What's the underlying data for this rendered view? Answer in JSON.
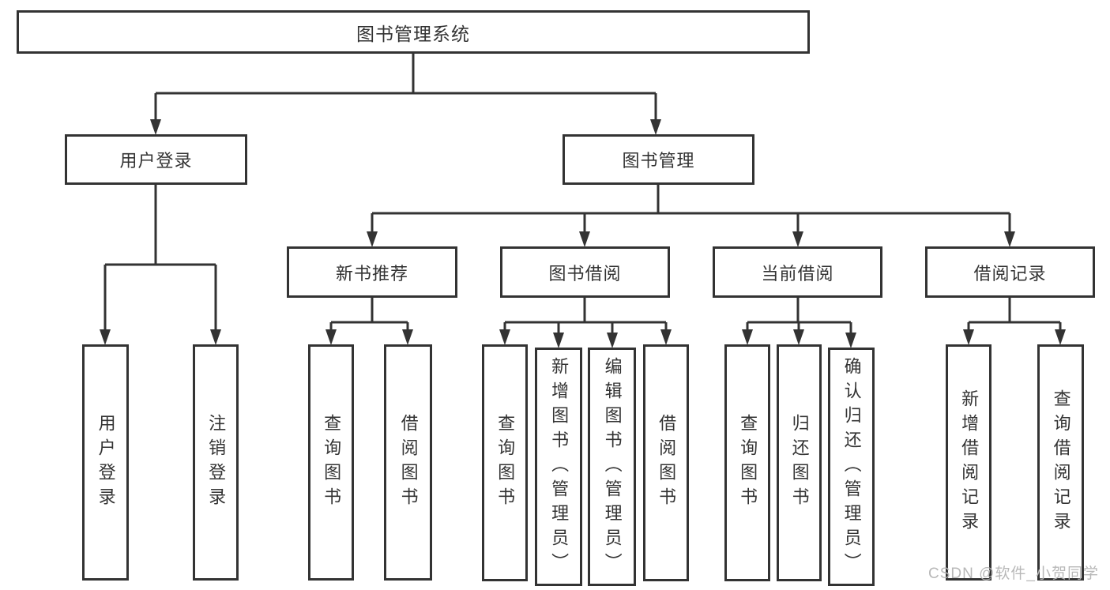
{
  "diagram": {
    "title": "图书管理系统",
    "branches": [
      {
        "label": "用户登录",
        "children": [
          {
            "label": "用户登录"
          },
          {
            "label": "注销登录"
          }
        ]
      },
      {
        "label": "图书管理",
        "children": [
          {
            "label": "新书推荐",
            "children": [
              {
                "label": "查询图书"
              },
              {
                "label": "借阅图书"
              }
            ]
          },
          {
            "label": "图书借阅",
            "children": [
              {
                "label": "查询图书"
              },
              {
                "label": "新增图书（管理员）"
              },
              {
                "label": "编辑图书（管理员）"
              },
              {
                "label": "借阅图书"
              }
            ]
          },
          {
            "label": "当前借阅",
            "children": [
              {
                "label": "查询图书"
              },
              {
                "label": "归还图书"
              },
              {
                "label": "确认归还（管理员）"
              }
            ]
          },
          {
            "label": "借阅记录",
            "children": [
              {
                "label": "新增借阅记录"
              },
              {
                "label": "查询借阅记录"
              }
            ]
          }
        ]
      }
    ]
  },
  "watermark": {
    "text": "CSDN @软件_小贺同学"
  },
  "colors": {
    "line": "#333333",
    "box_border": "#333333",
    "box_background": "#ffffff",
    "text": "#333333",
    "watermark": "#b5b5b5",
    "page_background": "#ffffff"
  }
}
